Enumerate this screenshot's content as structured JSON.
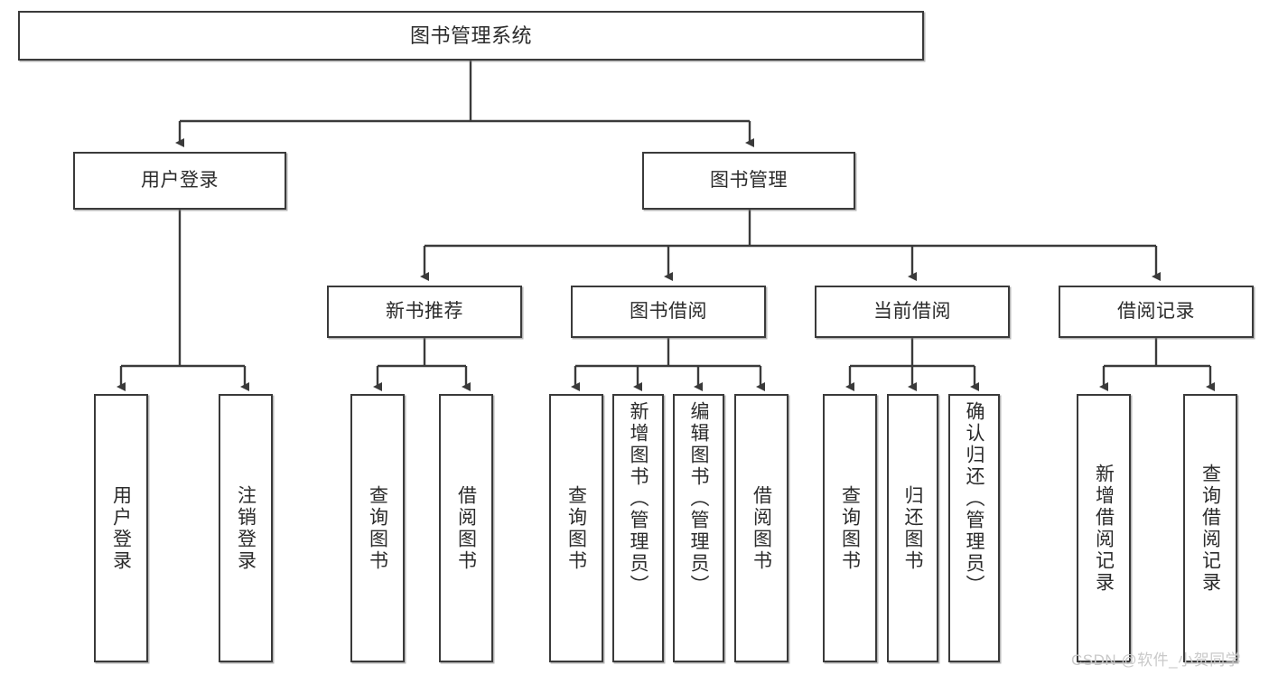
{
  "diagram": {
    "type": "tree-hierarchy",
    "title": "图书管理系统",
    "root": {
      "label": "图书管理系统"
    },
    "level2": [
      {
        "label": "用户登录"
      },
      {
        "label": "图书管理"
      }
    ],
    "level3": [
      {
        "label": "新书推荐"
      },
      {
        "label": "图书借阅"
      },
      {
        "label": "当前借阅"
      },
      {
        "label": "借阅记录"
      }
    ],
    "leaves": {
      "user_login": [
        {
          "label": "用户登录"
        },
        {
          "label": "注销登录"
        }
      ],
      "new_book_recommend": [
        {
          "label": "查询图书"
        },
        {
          "label": "借阅图书"
        }
      ],
      "book_borrow": [
        {
          "label": "查询图书"
        },
        {
          "label": "新增图书（管理员）"
        },
        {
          "label": "编辑图书（管理员）"
        },
        {
          "label": "借阅图书"
        }
      ],
      "current_borrow": [
        {
          "label": "查询图书"
        },
        {
          "label": "归还图书"
        },
        {
          "label": "确认归还（管理员）"
        }
      ],
      "borrow_record": [
        {
          "label": "新增借阅记录"
        },
        {
          "label": "查询借阅记录"
        }
      ]
    },
    "colors": {
      "border": "#3a3a3a",
      "background": "#ffffff",
      "text": "#2b2b2b",
      "watermark": "#c9c9c9"
    }
  },
  "watermark": {
    "text": "CSDN @软件_小贺同学"
  }
}
